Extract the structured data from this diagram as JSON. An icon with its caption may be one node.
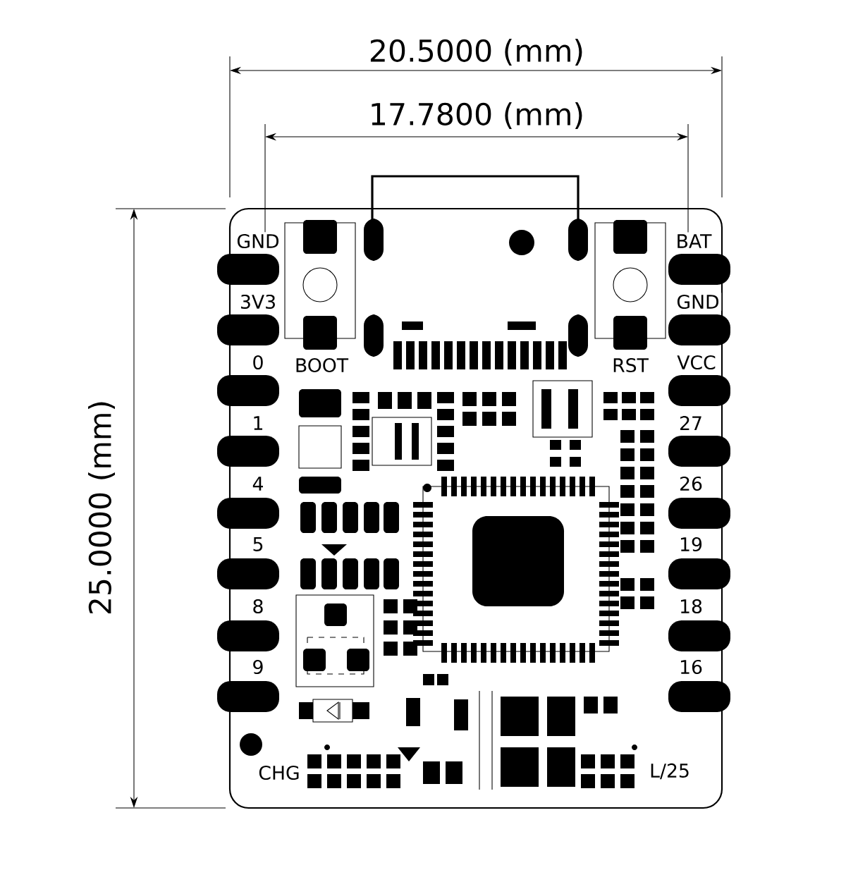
{
  "diagram": {
    "labels": [
      "20.5000 (mm)",
      "17.7800 (mm)",
      "25.0000 (mm)",
      "GND",
      "BAT",
      "3V3",
      "GND",
      "0",
      "BOOT",
      "RST",
      "VCC",
      "1",
      "27",
      "4",
      "26",
      "5",
      "19",
      "8",
      "18",
      "9",
      "16",
      "CHG",
      "L/25"
    ]
  }
}
